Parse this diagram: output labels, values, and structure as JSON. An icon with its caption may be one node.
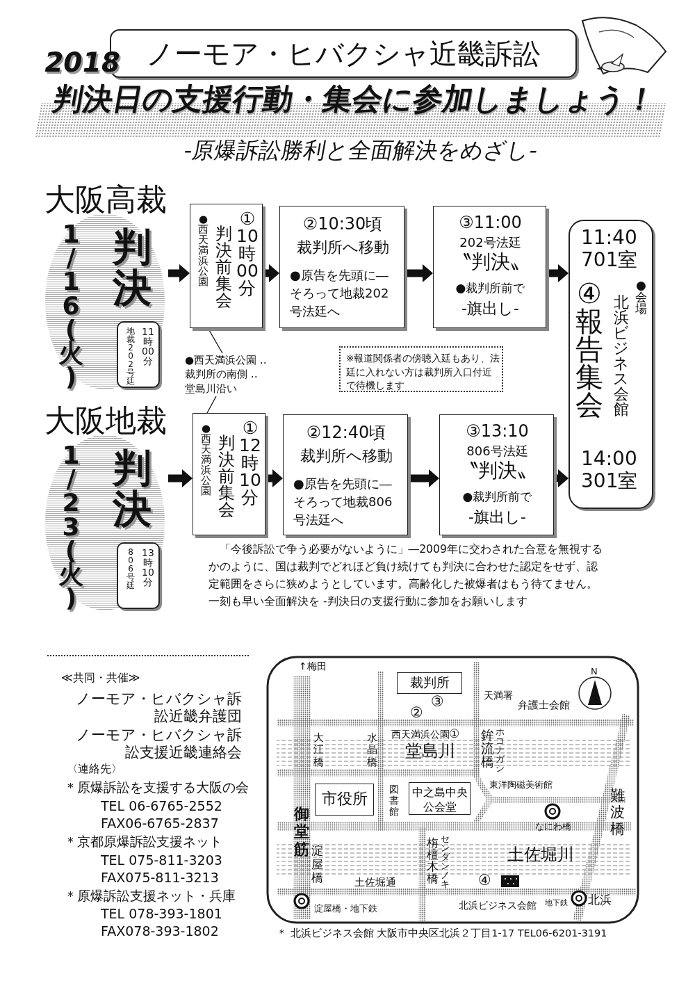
{
  "diagram": {
    "title": "判決日の支援行動・集会に参加しましょう！",
    "nodes": [
      {
        "text": [
          "ノーモア・ヒバクシャ近畿訴訟"
        ]
      },
      {
        "text": [
          "大阪高裁",
          "1/16(火)",
          "判決"
        ]
      },
      {
        "text": [
          "地裁202号廷",
          "11時00分"
        ],
        "in": 1
      },
      {
        "text": [
          "●西天満浜公園",
          "判決前集会",
          "①10時00分"
        ]
      },
      {
        "text": [
          "②10:30頃",
          "裁判所へ移動",
          "●原告を先頭に―そろって地裁202号法廷へ"
        ]
      },
      {
        "text": [
          "③11:00",
          "202号法廷",
          "〝判決〟",
          "●裁判所前で",
          "-旗出し-"
        ]
      },
      {
        "text": [
          "11:40 701室",
          "④報告集会",
          "北浜ビジネス会館",
          "●会場",
          "14:00 301室"
        ]
      },
      {
        "text": [
          "●西天満浜公園 ‥裁判所の南側 ‥堂島川沿い"
        ]
      },
      {
        "text": [
          "※報道関係者の傍聴入廷もあり、法廷に入れない方は裁判所入口付近で待機します"
        ]
      },
      {
        "text": [
          "大阪地裁",
          "1/23(火)",
          "判決"
        ]
      },
      {
        "text": [
          "806号廷",
          "13時10分"
        ],
        "in": 9
      },
      {
        "text": [
          "●西天満浜公園",
          "判決前集会",
          "①12時10分"
        ]
      },
      {
        "text": [
          "②12:40頃",
          "裁判所へ移動",
          "●原告を先頭に―そろって地裁806号法廷へ"
        ]
      },
      {
        "text": [
          "③13:10",
          "806号法廷",
          "〝判決〟",
          "●裁判所前で",
          "-旗出し-"
        ]
      },
      {
        "text": [
          "裁判所"
        ]
      },
      {
        "text": [
          "市役所"
        ]
      },
      {
        "text": [
          "中之島中央公会堂"
        ]
      }
    ],
    "edges": [
      {
        "from": 1,
        "to": 3,
        "arrow": "to"
      },
      {
        "from": 3,
        "to": 4,
        "arrow": "to"
      },
      {
        "from": 4,
        "to": 5,
        "arrow": "to"
      },
      {
        "from": 5,
        "to": 6,
        "arrow": "to"
      },
      {
        "from": 7,
        "to": 3,
        "arrow": "none"
      },
      {
        "from": 7,
        "to": 11,
        "arrow": "none"
      },
      {
        "from": 9,
        "to": 11,
        "arrow": "to"
      },
      {
        "from": 11,
        "to": 12,
        "arrow": "to"
      },
      {
        "from": 12,
        "to": 13,
        "arrow": "to"
      },
      {
        "from": 13,
        "to": 6,
        "arrow": "to"
      }
    ],
    "labels": [
      "2018",
      "-原爆訴訟勝利と全面解決をめざし-",
      "「今後訴訟で争う必要がないように」―2009年に交わされた合意を無視するかのように、国は裁判でどれほど負け続けても判決に合わせた認定をせず、認定範囲をさらに狭めようとしています。高齢化した被爆者はもう待てません。一刻も早い全面解決を -判決日の支援行動に参加をお願いします",
      "≪共同・共催≫",
      "ノーモア・ヒバクシャ訴訟近畿弁護団",
      "ノーモア・ヒバクシャ訴訟支援近畿連絡会",
      "〈連絡先〉",
      "＊原爆訴訟を支援する大阪の会",
      "TEL 06-6765-2552",
      "FAX06-6765-2837",
      "＊京都原爆訴訟支援ネット",
      "TEL 075-811-3203",
      "FAX075-811-3213",
      "＊原爆訴訟支援ネット・兵庫",
      "TEL 078-393-1801",
      "FAX078-393-1802",
      "↑梅田",
      "③",
      "②",
      "天満署",
      "弁護士会館",
      "N",
      "西天満浜公園",
      "①",
      "大江橋",
      "水晶橋",
      "堂島川",
      "鉾流橋",
      "ホコナガシ",
      "御堂筋",
      "図書館",
      "東洋陶磁美術館",
      "なにわ橋",
      "難波橋",
      "淀屋橋",
      "栴檀木橋",
      "センダンノキ",
      "土佐堀川",
      "土佐堀通",
      "④",
      "淀屋橋・地下鉄",
      "北浜ビジネス会館",
      "地下鉄",
      "北浜",
      "＊ 北浜ビジネス会館 大阪市中央区北浜２丁目1-17 TEL06-6201-3191"
    ]
  }
}
